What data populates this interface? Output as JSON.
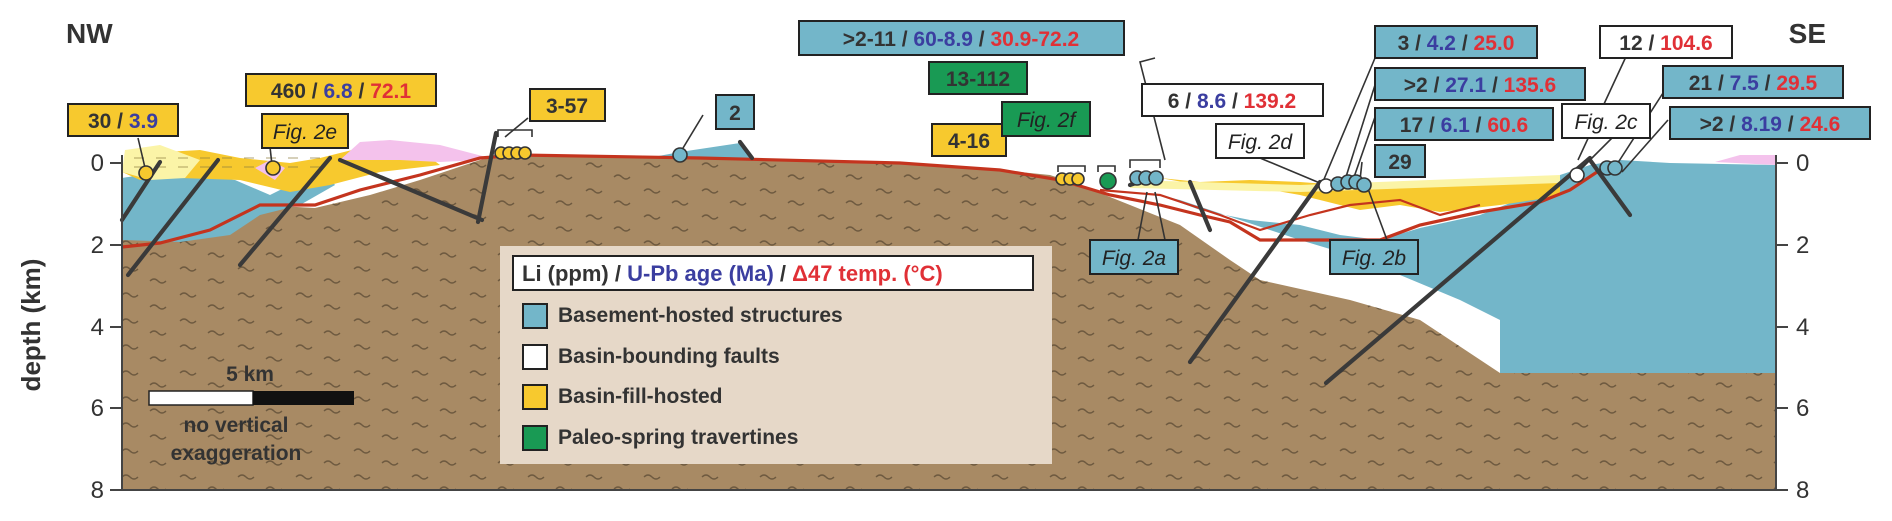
{
  "corners": {
    "left": "NW",
    "right": "SE"
  },
  "axis": {
    "label": "depth (km)",
    "ticks": [
      "0",
      "2",
      "4",
      "6",
      "8"
    ]
  },
  "colors": {
    "basement": "#73b6c9",
    "basin_fault": "#ffffff",
    "basin_fill": "#f7c92e",
    "travertine": "#199a54",
    "deep_fill": "#a88a64",
    "lithium": "#333333",
    "uPb": "#3b3ea0",
    "clumped": "#e03036"
  },
  "scale": {
    "distance": "5 km",
    "note_line1": "no vertical",
    "note_line2": "exaggeration"
  },
  "legend": {
    "key_li": "Li (ppm)",
    "key_sep": " / ",
    "key_upb": "U-Pb age (Ma)",
    "key_temp": "Δ47 temp. (°C)",
    "items": [
      {
        "label": "Basement-hosted structures",
        "color": "#73b6c9"
      },
      {
        "label": "Basin-bounding faults",
        "color": "#ffffff"
      },
      {
        "label": "Basin-fill-hosted",
        "color": "#f7c92e"
      },
      {
        "label": "Paleo-spring travertines",
        "color": "#199a54"
      }
    ]
  },
  "sites": [
    {
      "li": "30",
      "upb": "3.9",
      "temp": ""
    },
    {
      "li": "460",
      "upb": "6.8",
      "temp": "72.1"
    },
    {
      "li": "3-57",
      "upb": "",
      "temp": ""
    },
    {
      "li": "2",
      "upb": "",
      "temp": ""
    },
    {
      "li": "4-16",
      "upb": "",
      "temp": ""
    },
    {
      "li": "13-112",
      "upb": "",
      "temp": ""
    },
    {
      "li": ">2-11",
      "upb": "60-8.9",
      "temp": "30.9-72.2"
    },
    {
      "li": "6",
      "upb": "8.6",
      "temp": "139.2"
    },
    {
      "li": "3",
      "upb": "4.2",
      "temp": "25.0"
    },
    {
      "li": ">2",
      "upb": "27.1",
      "temp": "135.6"
    },
    {
      "li": "17",
      "upb": "6.1",
      "temp": "60.6"
    },
    {
      "li": "29",
      "upb": "",
      "temp": ""
    },
    {
      "li": "12",
      "upb": "",
      "temp": "104.6"
    },
    {
      "li": "21",
      "upb": "7.5",
      "temp": "29.5"
    },
    {
      "li": ">2",
      "upb": "8.19",
      "temp": "24.6"
    }
  ],
  "figure_refs": [
    "Fig. 2e",
    "Fig. 2f",
    "Fig. 2d",
    "Fig. 2c",
    "Fig. 2a",
    "Fig. 2b"
  ]
}
